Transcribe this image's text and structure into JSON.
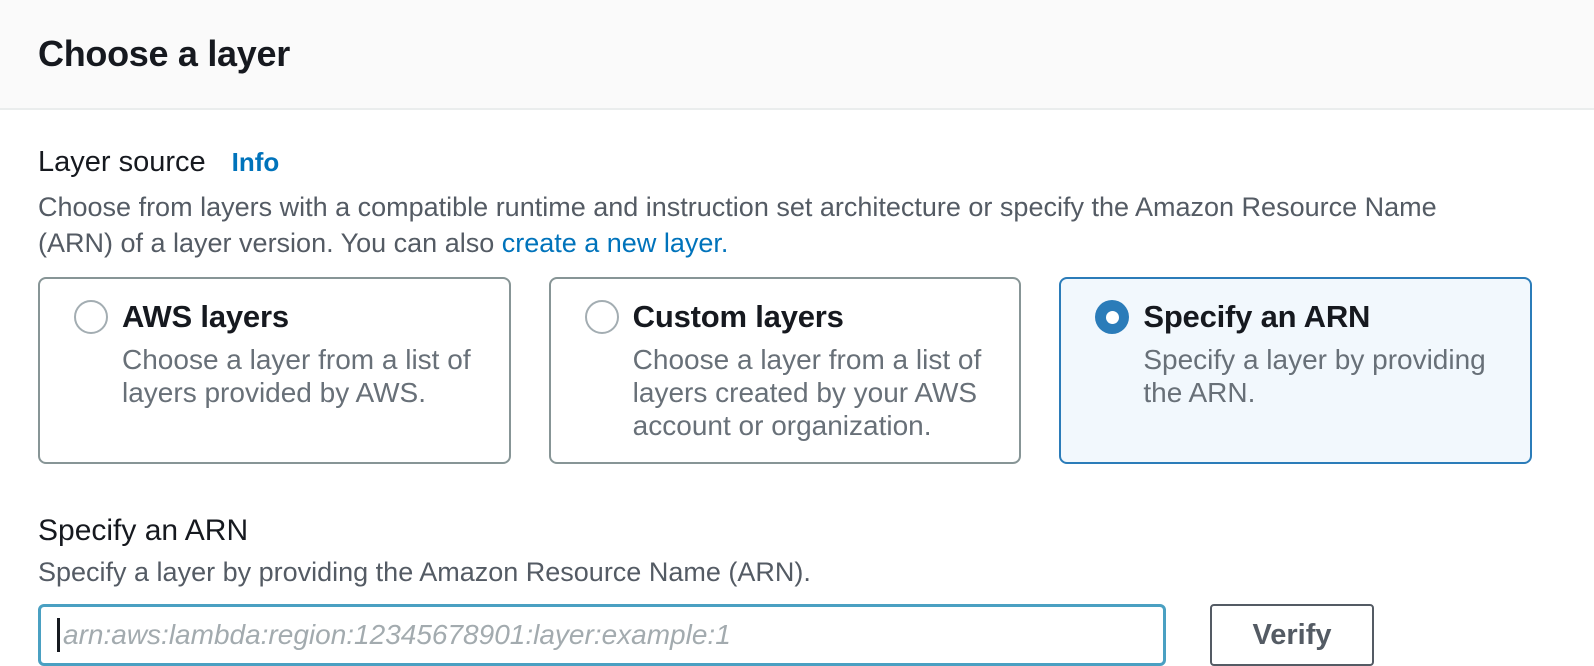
{
  "header": {
    "title": "Choose a layer"
  },
  "layer_source": {
    "label": "Layer source",
    "info_label": "Info",
    "description_before_link": "Choose from layers with a compatible runtime and instruction set architecture or specify the Amazon Resource Name (ARN) of a layer version. You can also ",
    "link_text": "create a new layer."
  },
  "options": [
    {
      "title": "AWS layers",
      "description": "Choose a layer from a list of layers provided by AWS.",
      "selected": false
    },
    {
      "title": "Custom layers",
      "description": "Choose a layer from a list of layers created by your AWS account or organization.",
      "selected": false
    },
    {
      "title": "Specify an ARN",
      "description": "Specify a layer by providing the ARN.",
      "selected": true
    }
  ],
  "arn_section": {
    "title": "Specify an ARN",
    "description": "Specify a layer by providing the Amazon Resource Name (ARN).",
    "input_value": "",
    "input_placeholder": "arn:aws:lambda:region:12345678901:layer:example:1",
    "verify_label": "Verify"
  },
  "colors": {
    "link_blue": "#0073bb",
    "selected_blue": "#2b7cb9",
    "selected_tile_bg": "#f2f8fd",
    "focused_input_border": "#4aa0c2",
    "header_bg": "#fafafa",
    "divider": "#eaeded",
    "text_primary": "#16191f",
    "text_secondary": "#545b64"
  }
}
